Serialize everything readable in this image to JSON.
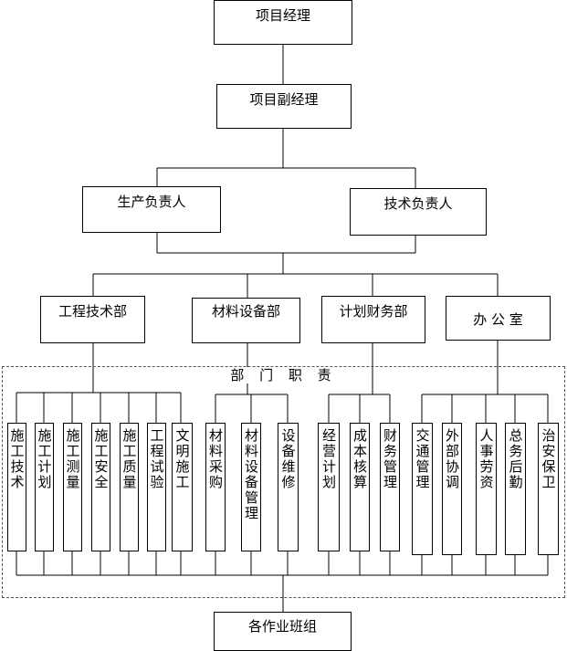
{
  "top": {
    "manager": "项目经理",
    "deputy": "项目副经理"
  },
  "leads": {
    "production": "生产负责人",
    "technical": "技术负责人"
  },
  "departments": [
    "工程技术部",
    "材料设备部",
    "计划财务部",
    "办 公 室"
  ],
  "duties_title": "部 门 职 责",
  "duties": [
    [
      "施工技术",
      "施工计划",
      "施工测量",
      "施工安全",
      "施工质量",
      "工程试验",
      "文明施工"
    ],
    [
      "材料采购",
      "材料设备管理",
      "设备维修"
    ],
    [
      "经营计划",
      "成本核算",
      "财务管理"
    ],
    [
      "交通管理",
      "外部协调",
      "人事劳资",
      "总务后勤",
      "治安保卫"
    ]
  ],
  "bottom": "各作业班组"
}
